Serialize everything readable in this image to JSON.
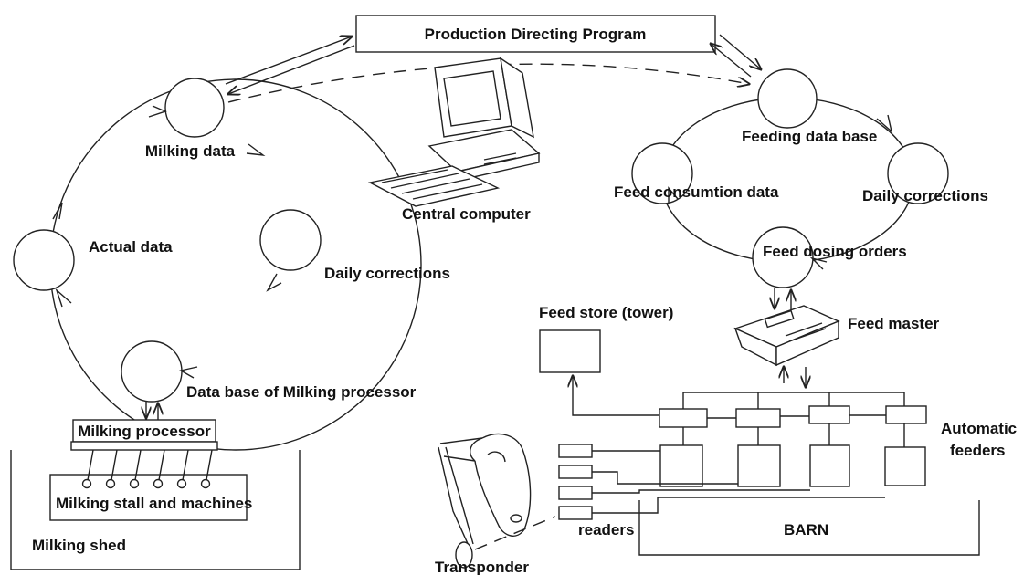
{
  "labels": {
    "production_program": "Production Directing Program",
    "milking_data": "Milking data",
    "actual_data": "Actual data",
    "daily_corrections_left": "Daily corrections",
    "data_base_milking": "Data base of Milking processor",
    "milking_processor": "Milking processor",
    "milking_stall": "Milking stall and machines",
    "milking_shed": "Milking shed",
    "central_computer": "Central computer",
    "feeding_data_base": "Feeding data base",
    "feed_consumption": "Feed consumtion data",
    "daily_corrections_right": "Daily corrections",
    "feed_dosing": "Feed dosing orders",
    "feed_store": "Feed store (tower)",
    "feed_master": "Feed master",
    "automatic_feeders": [
      "Automatic",
      "feeders"
    ],
    "barn": "BARN",
    "readers": "readers",
    "transponder": "Transponder"
  }
}
